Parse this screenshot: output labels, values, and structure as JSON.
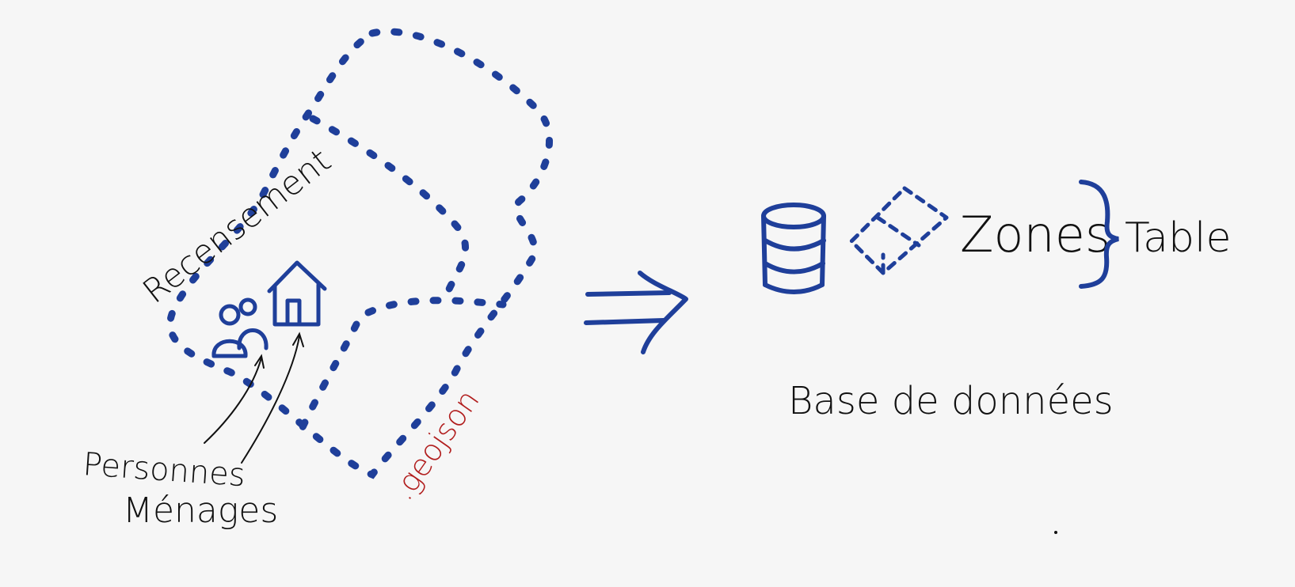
{
  "labels": {
    "census": "Recensement",
    "persons": "Personnes",
    "households": "Ménages",
    "file_ext": ".geojson",
    "zones": "Zones",
    "table": "Table",
    "database": "Base de données"
  },
  "colors": {
    "ink_blue": "#1f3f9a",
    "ink_black": "#111111",
    "ink_red": "#b11d1d",
    "paper": "#f6f6f6"
  },
  "icons": [
    "people-icon",
    "house-icon",
    "database-icon",
    "zone-layer-icon",
    "arrow-right-icon",
    "curly-brace-icon"
  ]
}
